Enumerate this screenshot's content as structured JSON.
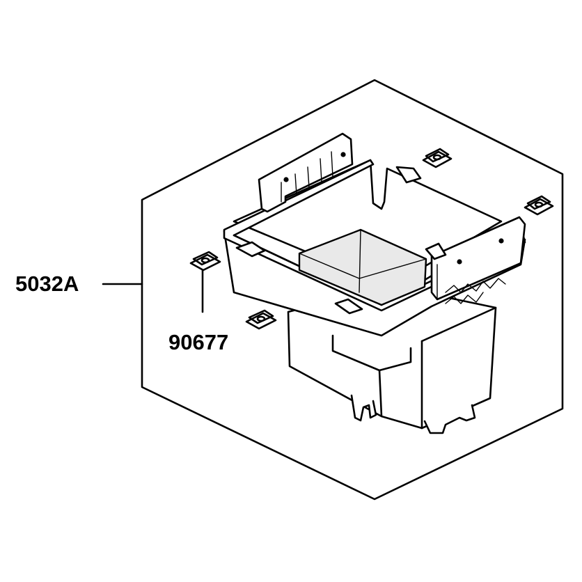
{
  "diagram": {
    "callouts": [
      {
        "id": "main-assembly",
        "part_number": "5032A"
      },
      {
        "id": "clip-nut",
        "part_number": "90677"
      }
    ]
  }
}
